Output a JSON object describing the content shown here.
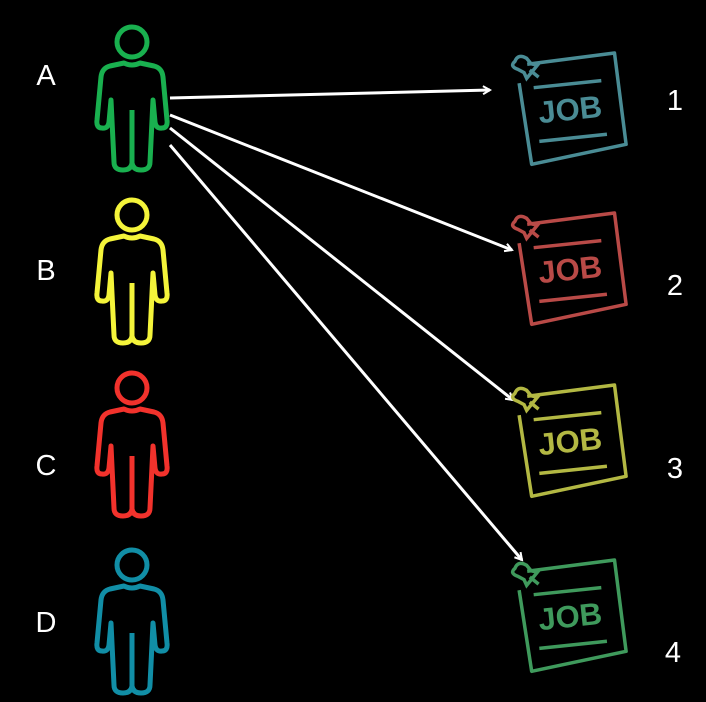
{
  "people": [
    {
      "label": "A",
      "color": "#19b04f"
    },
    {
      "label": "B",
      "color": "#f4f43a"
    },
    {
      "label": "C",
      "color": "#f2322c"
    },
    {
      "label": "D",
      "color": "#118ea6"
    }
  ],
  "jobs": [
    {
      "number": "1",
      "text": "JOB",
      "color": "#4a8c95"
    },
    {
      "number": "2",
      "text": "JOB",
      "color": "#b94a47"
    },
    {
      "number": "3",
      "text": "JOB",
      "color": "#b3b843"
    },
    {
      "number": "4",
      "text": "JOB",
      "color": "#3f9a5c"
    }
  ],
  "arrow_color": "#ffffff"
}
